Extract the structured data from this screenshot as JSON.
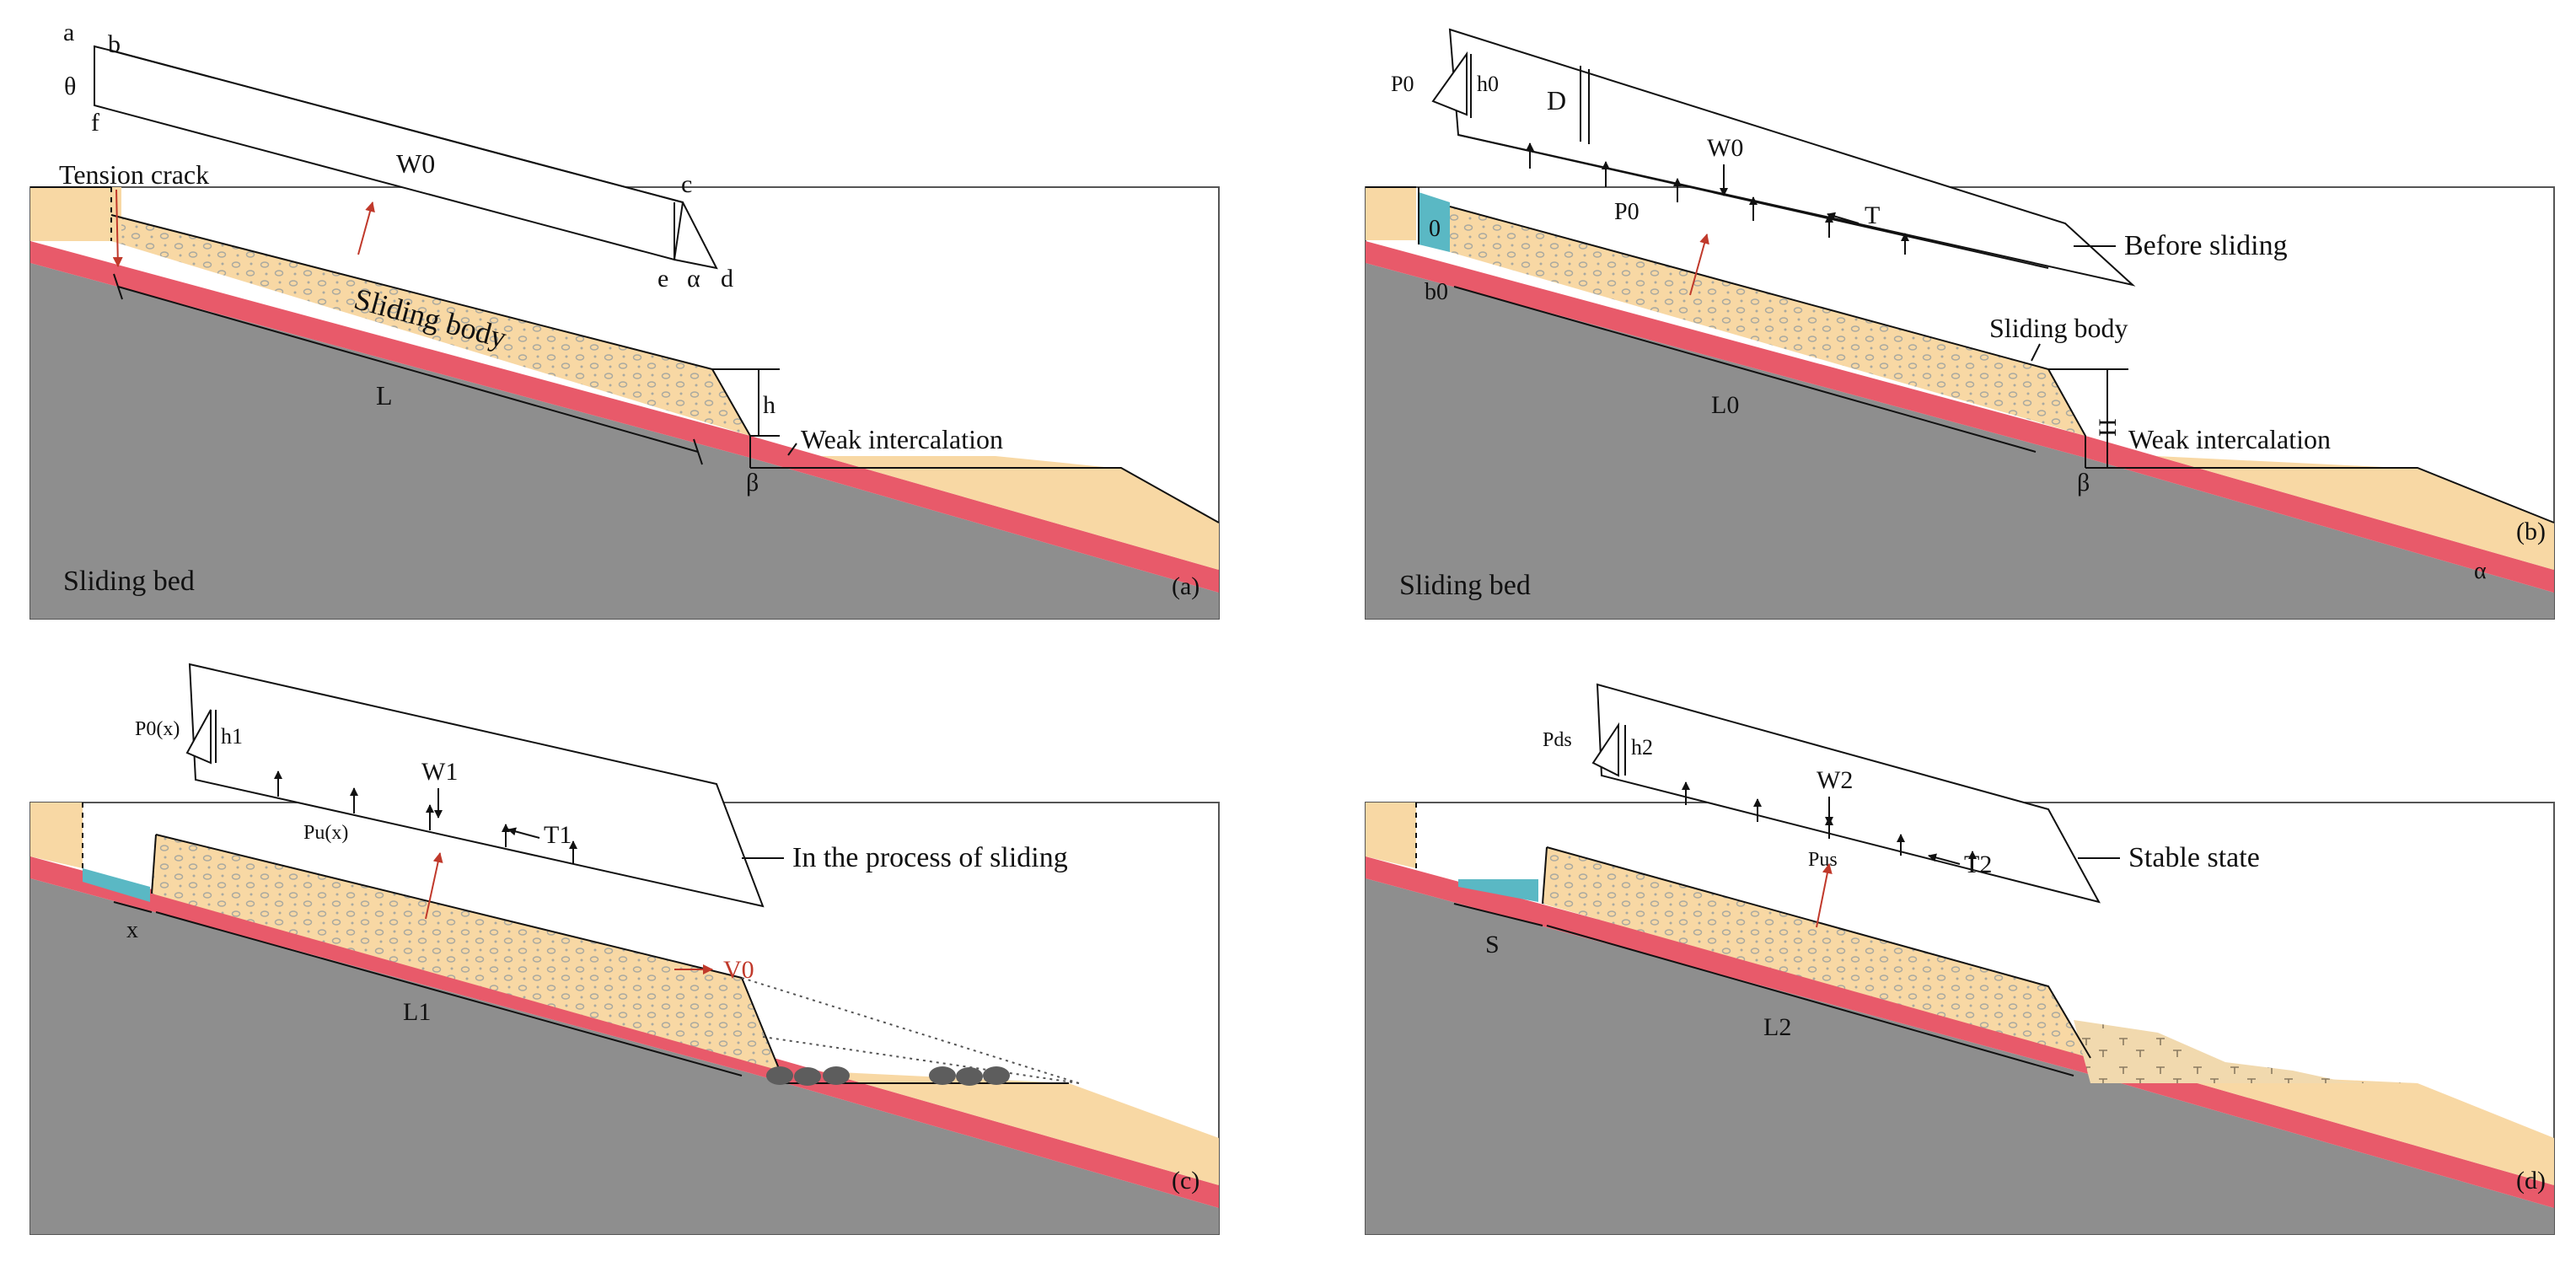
{
  "colors": {
    "bed": "#8e8e8e",
    "cover": "#f8d8a4",
    "weak": "#e85a6a",
    "water": "#5ab8c4",
    "arrow": "#c0392b",
    "debris": "#5d5d5d",
    "accumulation": "#f1d9ae",
    "line": "#111111"
  },
  "panels": [
    {
      "id": "(a)",
      "labels": {
        "a": "a",
        "b": "b",
        "c": "c",
        "d": "d",
        "e": "e",
        "f": "f",
        "theta": "θ",
        "alpha": "α",
        "weight": "W0",
        "tension_crack": "Tension crack",
        "sliding_body": "Sliding body",
        "length": "L",
        "height": "h",
        "weak": "Weak intercalation",
        "beta": "β",
        "bed": "Sliding bed"
      }
    },
    {
      "id": "(b)",
      "labels": {
        "p_water": "P0",
        "h_water": "h0",
        "depth": "D",
        "weight": "W0",
        "uplift": "P0",
        "shear": "T",
        "state": "Before sliding",
        "crack_width": "b0",
        "water_level": "0",
        "sliding_body": "Sliding body",
        "length": "L0",
        "height": "H",
        "weak": "Weak intercalation",
        "beta": "β",
        "alpha": "α",
        "bed": "Sliding bed"
      }
    },
    {
      "id": "(c)",
      "labels": {
        "p_water": "P0(x)",
        "h_water": "h1",
        "weight": "W1",
        "uplift": "Pu(x)",
        "shear": "T1",
        "state": "In the process of sliding",
        "displacement": "x",
        "length": "L1",
        "velocity": "V0"
      }
    },
    {
      "id": "(d)",
      "labels": {
        "p_water": "Pds",
        "h_water": "h2",
        "weight": "W2",
        "uplift": "Pus",
        "shear": "T2",
        "state": "Stable state",
        "displacement": "S",
        "length": "L2"
      }
    }
  ]
}
